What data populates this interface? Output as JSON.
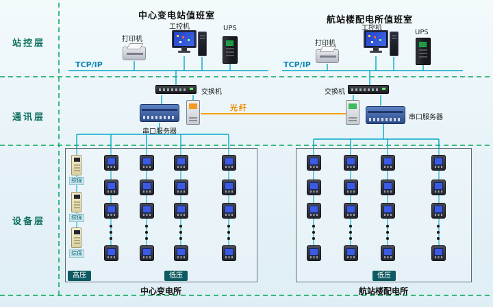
{
  "layers": {
    "station_control": "站控层",
    "communication": "通讯层",
    "device": "设备层"
  },
  "stations": {
    "left": {
      "title": "中心变电站值班室",
      "printer": "打印机",
      "ipc": "工控机",
      "ups": "UPS",
      "tcpip": "TCP/IP",
      "switch": "交换机",
      "serial_server": "串口服务器"
    },
    "right": {
      "title": "航站楼配电所值班室",
      "printer": "打印机",
      "ipc": "工控机",
      "ups": "UPS",
      "tcpip": "TCP/IP",
      "switch": "交换机",
      "serial_server": "串口服务器"
    }
  },
  "fiber": {
    "label": "光纤"
  },
  "device_layer": {
    "left_box": {
      "relay_label": "综保",
      "hv_badge": "高压",
      "lv_badge": "低压",
      "caption": "中心变电所"
    },
    "right_box": {
      "lv_badge": "低压",
      "caption": "航站楼配电所"
    }
  },
  "colors": {
    "background": "#e9f4f8",
    "dashed_divider": "#00a651",
    "connection_line": "#00a9c6",
    "fiber_line": "#f5a300",
    "layer_label": "#0a6e5c",
    "tcpip_label": "#0a86b4",
    "fiber_label": "#f08c00"
  }
}
